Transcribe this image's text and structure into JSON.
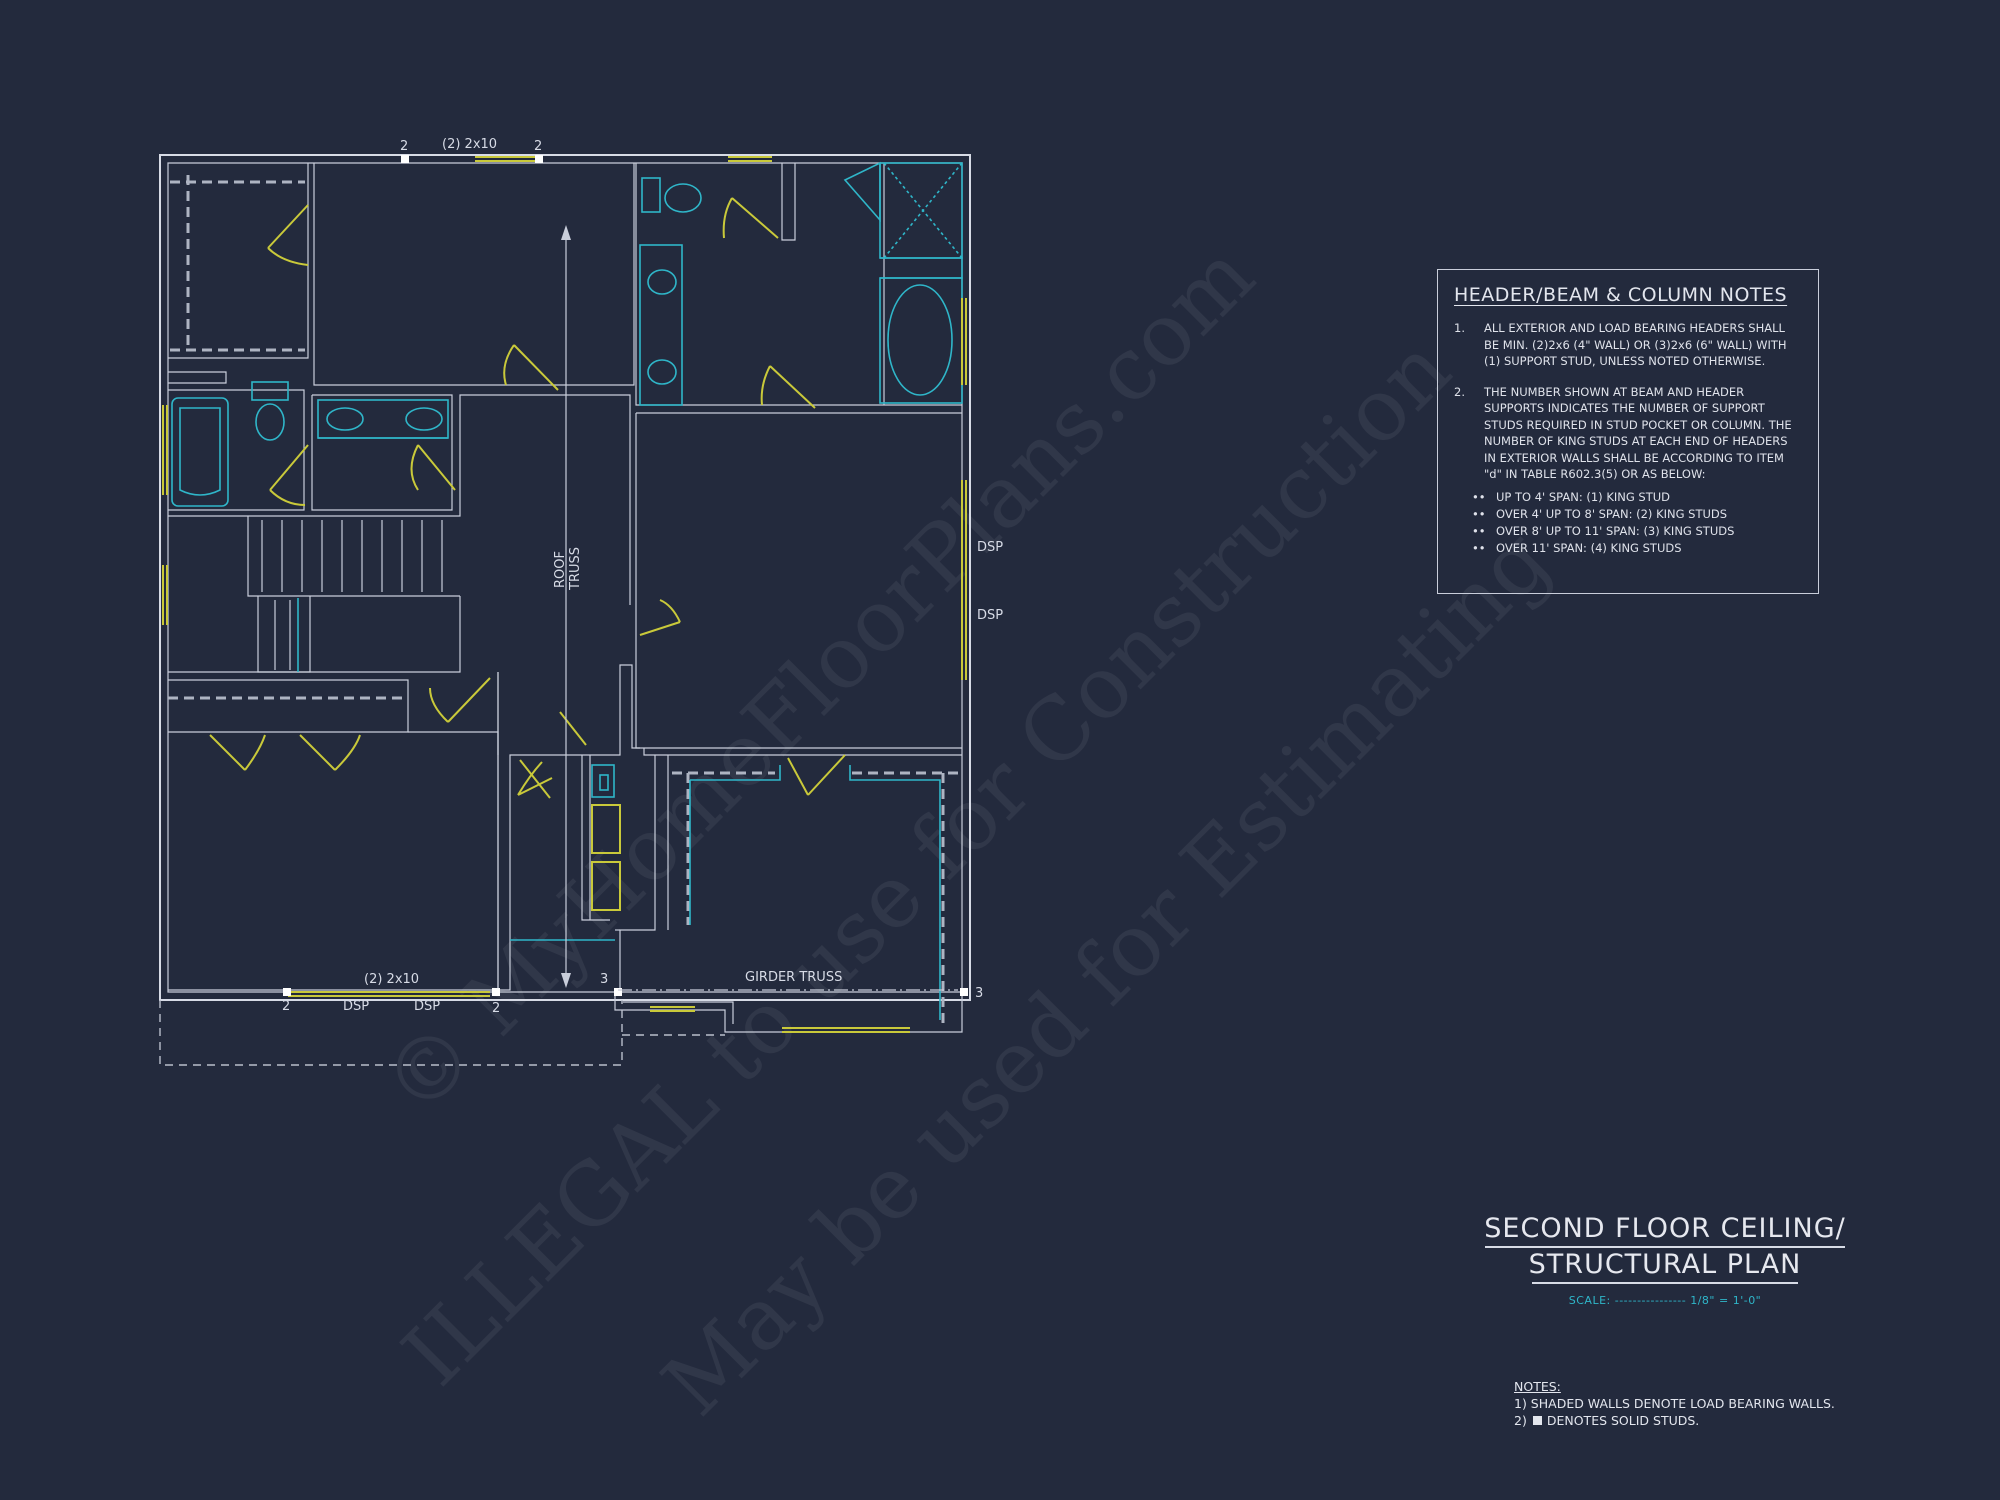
{
  "watermark": {
    "line1": "© MyHomeFloorPlans.com",
    "line2": "ILLEGAL to use for Construction",
    "line3": "May be used for Estimating"
  },
  "plan_labels": {
    "header_top": "(2) 2x10",
    "header_bottom": "(2) 2x10",
    "roof_truss_line1": "ROOF",
    "roof_truss_line2": "TRUSS",
    "girder_truss": "GIRDER TRUSS",
    "dsp": "DSP",
    "stud_2": "2",
    "stud_3": "3"
  },
  "header_notes": {
    "title": "HEADER/BEAM & COLUMN NOTES",
    "items": [
      {
        "num": "1.",
        "text": "ALL EXTERIOR AND LOAD BEARING HEADERS SHALL BE MIN. (2)2x6 (4\" WALL) OR (3)2x6 (6\" WALL) WITH (1) SUPPORT STUD, UNLESS NOTED OTHERWISE."
      },
      {
        "num": "2.",
        "text": "THE NUMBER SHOWN AT BEAM AND HEADER SUPPORTS INDICATES THE NUMBER OF SUPPORT STUDS REQUIRED IN STUD POCKET OR COLUMN. THE NUMBER OF KING STUDS AT EACH END OF HEADERS IN EXTERIOR WALLS SHALL BE ACCORDING TO ITEM \"d\" IN TABLE R602.3(5) OR AS BELOW:"
      }
    ],
    "bullets": [
      "UP TO 4' SPAN: (1) KING STUD",
      "OVER 4' UP TO 8' SPAN: (2) KING STUDS",
      "OVER 8' UP TO 11' SPAN: (3) KING STUDS",
      "OVER 11' SPAN: (4) KING STUDS"
    ]
  },
  "title_block": {
    "line1": "SECOND FLOOR CEILING/",
    "line2": "STRUCTURAL PLAN",
    "scale": "SCALE: ---------------- 1/8\" = 1'-0\""
  },
  "general_notes": {
    "header": "NOTES:",
    "line1": "1) SHADED WALLS DENOTE LOAD BEARING WALLS.",
    "line2_prefix": "2)",
    "line2_suffix": "DENOTES SOLID STUDS."
  }
}
